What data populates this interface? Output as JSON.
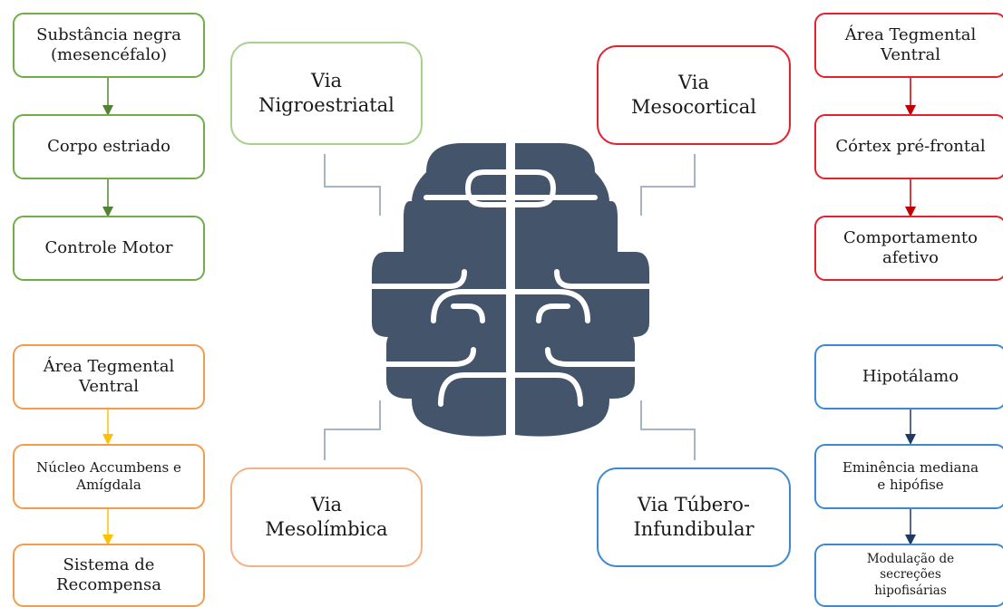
{
  "nigro": {
    "title": "Via\nNigroestriatal",
    "steps": [
      "Substância negra\n(mesencéfalo)",
      "Corpo estriado",
      "Controle Motor"
    ],
    "color": "#70ad47",
    "arrow_color": "#548235"
  },
  "meso_cortical": {
    "title": "Via\nMesocortical",
    "steps": [
      "Área Tegmental\nVentral",
      "Córtex pré-frontal",
      "Comportamento\nafetivo"
    ],
    "color": "#e6202e",
    "arrow_color": "#c00000"
  },
  "meso_limbic": {
    "title": "Via\nMesolímbica",
    "steps": [
      "Área Tegmental\nVentral",
      "Núcleo Accumbens e\nAmígdala",
      "Sistema de\nRecompensa"
    ],
    "color": "#f39c4e",
    "arrow_color": "#ffc000"
  },
  "tubero": {
    "title": "Via Túbero-\nInfundibular",
    "steps": [
      "Hipotálamo",
      "Eminência mediana\ne hipófise",
      "Modulação de\nsecreções\nhipofisárias"
    ],
    "color": "#3b8ad1",
    "arrow_color": "#1f3864"
  },
  "brain": {
    "icon": "brain-icon",
    "color": "#44546a"
  }
}
